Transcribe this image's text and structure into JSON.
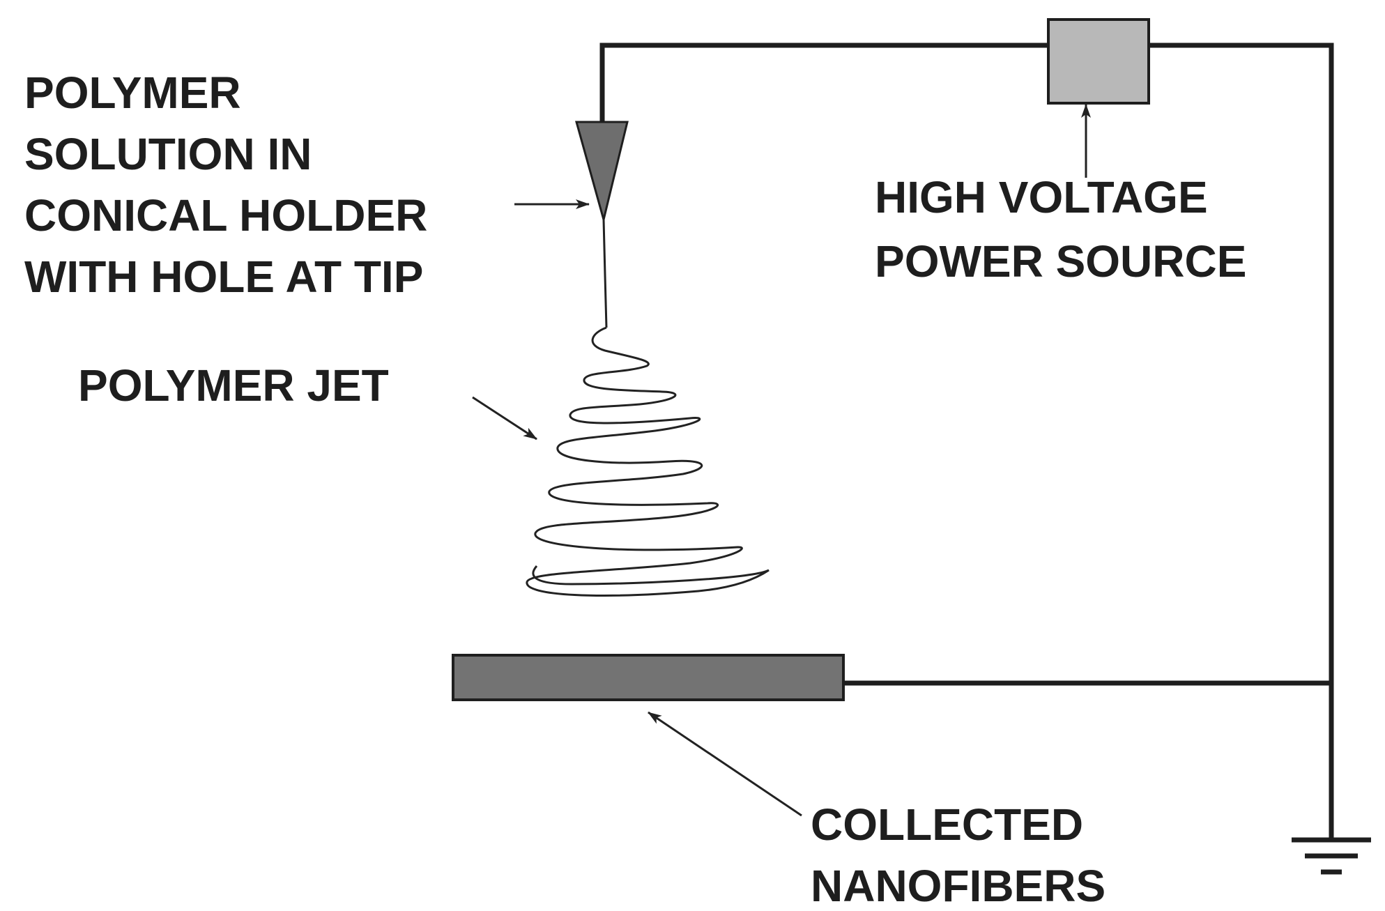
{
  "labels": {
    "polymer_solution": [
      "POLYMER",
      "SOLUTION IN",
      "CONICAL HOLDER",
      "WITH HOLE AT TIP"
    ],
    "polymer_jet": "POLYMER JET",
    "power_source": [
      "HIGH VOLTAGE",
      "POWER SOURCE"
    ],
    "collected_nanofibers": [
      "COLLECTED",
      "NANOFIBERS"
    ]
  },
  "colors": {
    "line": "#1e1e1e",
    "power_box_fill": "#b8b8b8",
    "holder_fill": "#6e6e6e",
    "collector_fill": "#737373",
    "background": "#ffffff"
  },
  "icons": {
    "ground": "ground-symbol-icon"
  }
}
